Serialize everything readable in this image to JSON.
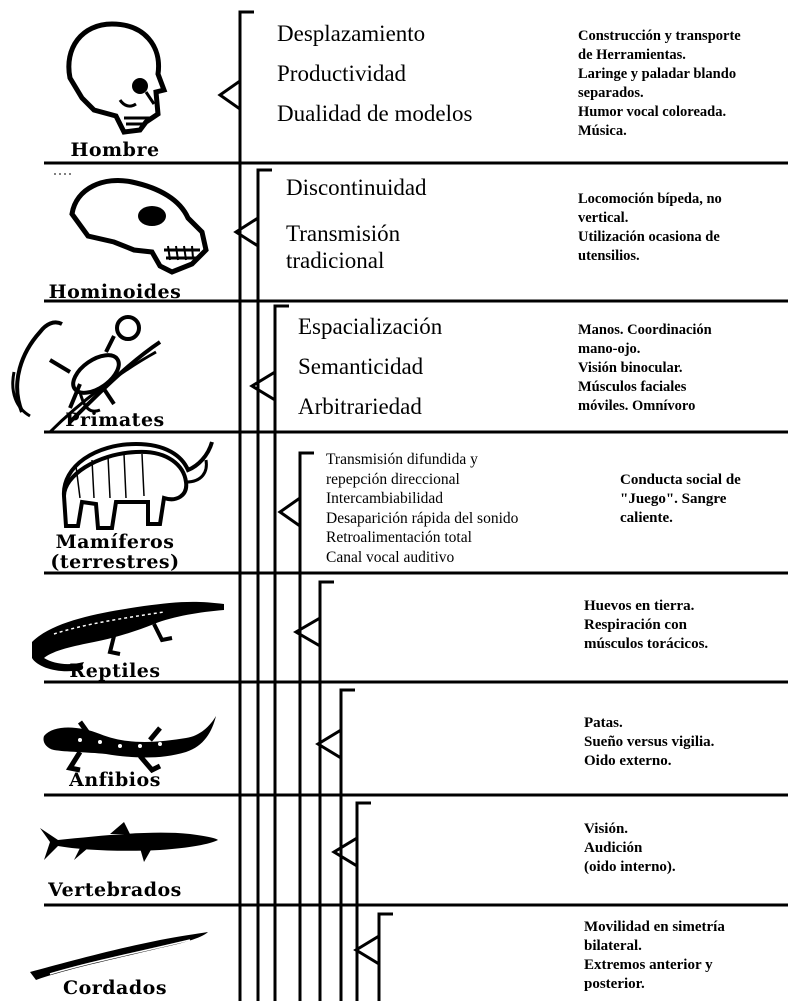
{
  "rows": [
    {
      "label_lines": [
        "Hombre"
      ],
      "animal_icon": "human-skull",
      "features": [
        "Desplazamiento",
        "Productividad",
        "Dualidad de modelos"
      ],
      "traits": [
        "Construcción y transporte",
        "de Herramientas.",
        "Laringe y paladar blando",
        "separados.",
        "Humor vocal coloreada.",
        "Música."
      ]
    },
    {
      "label_lines": [
        "Hominoides"
      ],
      "animal_icon": "ape-skull",
      "features": [
        "Discontinuidad",
        "Transmisión",
        "tradicional"
      ],
      "traits": [
        "Locomoción bípeda, no",
        "vertical.",
        "Utilización ocasiona de",
        "utensilios."
      ]
    },
    {
      "label_lines": [
        "Primates"
      ],
      "animal_icon": "monkey",
      "features": [
        "Espacialización",
        "Semanticidad",
        "Arbitrariedad"
      ],
      "traits": [
        "Manos. Coordinación",
        "mano-ojo.",
        "Visión binocular.",
        "Músculos faciales",
        "móviles. Omnívoro"
      ]
    },
    {
      "label_lines": [
        "Mamíferos",
        "(terrestres)"
      ],
      "animal_icon": "mammoth",
      "features": [
        "Transmisión difundida y",
        "repepción direccional",
        "Intercambiabilidad",
        "Desaparición rápida del sonido",
        "Retroalimentación total",
        "Canal vocal auditivo"
      ],
      "traits": [
        "Conducta social de",
        "\"Juego\". Sangre",
        "caliente."
      ]
    },
    {
      "label_lines": [
        "Reptiles"
      ],
      "animal_icon": "crocodile",
      "features": [],
      "traits": [
        "Huevos en tierra.",
        "Respiración con",
        "músculos torácicos."
      ]
    },
    {
      "label_lines": [
        "Anfibios"
      ],
      "animal_icon": "salamander",
      "features": [],
      "traits": [
        "Patas.",
        "Sueño versus vigilia.",
        "Oido externo."
      ]
    },
    {
      "label_lines": [
        "Vertebrados"
      ],
      "animal_icon": "shark",
      "features": [],
      "traits": [
        "Visión.",
        "Audición",
        "(oido interno)."
      ]
    },
    {
      "label_lines": [
        "Cordados"
      ],
      "animal_icon": "lancelet",
      "features": [],
      "traits": [
        "Movilidad en simetría",
        "bilateral.",
        "Extremos anterior y",
        "posterior."
      ]
    }
  ]
}
